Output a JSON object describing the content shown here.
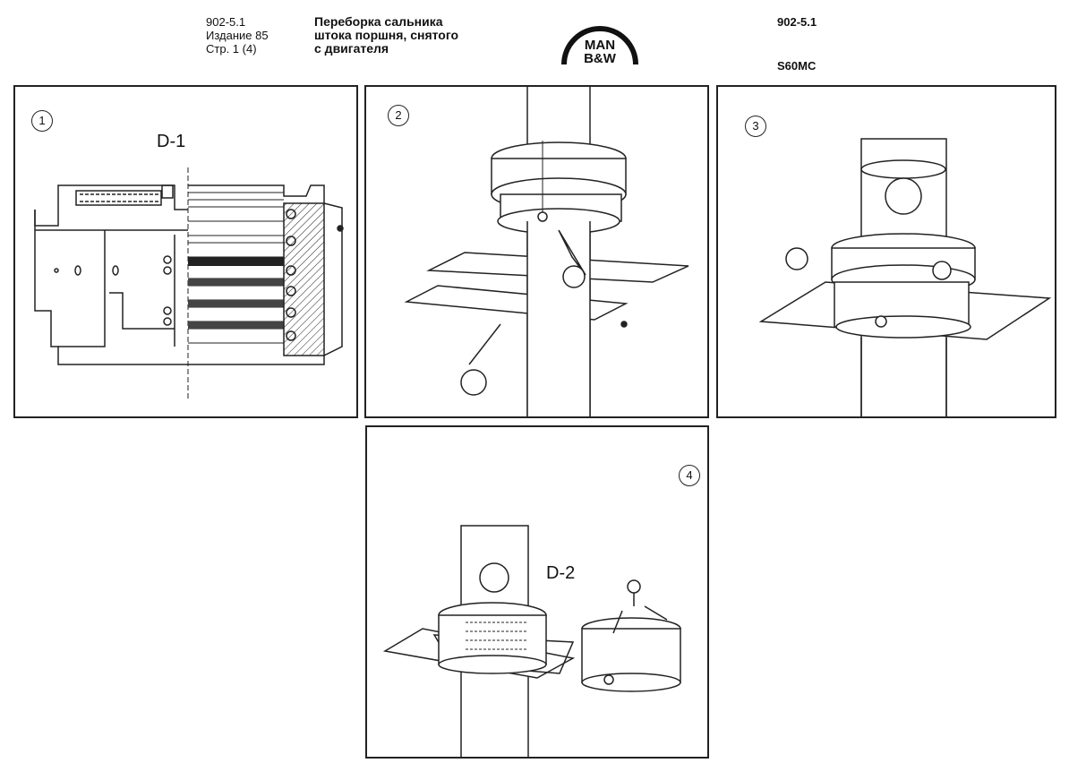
{
  "header": {
    "doc_number": "902-5.1",
    "edition": "Издание 85",
    "page": "Стр. 1 (4)",
    "title_line1": "Переборка сальника",
    "title_line2": "штока поршня, снятого",
    "title_line3": "с двигателя",
    "right_code": "902-5.1",
    "model": "S60MC"
  },
  "logo": {
    "line1": "MAN",
    "line2": "B&W"
  },
  "panels": [
    {
      "number": "1",
      "label": "D-1"
    },
    {
      "number": "2"
    },
    {
      "number": "3"
    },
    {
      "number": "4",
      "label": "D-2"
    }
  ]
}
